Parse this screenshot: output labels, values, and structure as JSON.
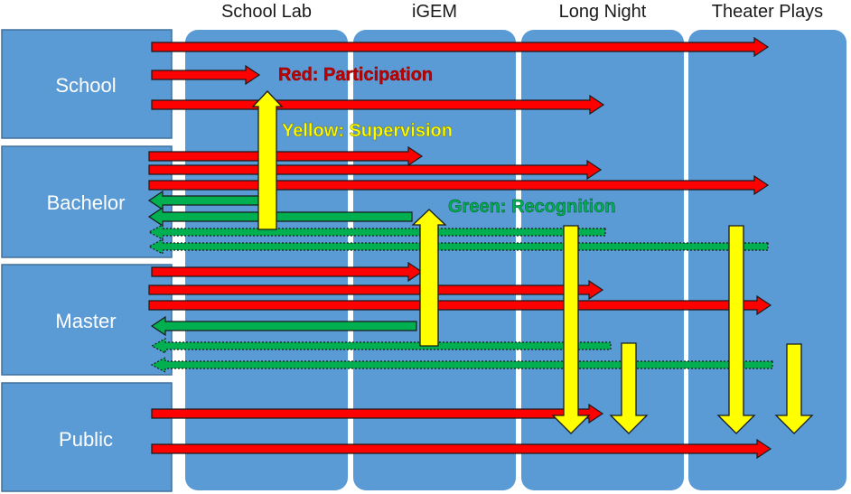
{
  "columns": [
    "School Lab",
    "iGEM",
    "Long Night",
    "Theater Plays"
  ],
  "rows": [
    "School",
    "Bachelor",
    "Master",
    "Public"
  ],
  "legend": {
    "red": "Red: Participation",
    "yellow": "Yellow:  Supervision",
    "green": "Green: Recognition"
  },
  "colors": {
    "panel": "#5B9BD5",
    "red": "#FF0000",
    "yellow": "#FFFF00",
    "green": "#00B050",
    "legend_red": "#C00000",
    "legend_yellow": "#FFFF00",
    "legend_green": "#00B050"
  }
}
